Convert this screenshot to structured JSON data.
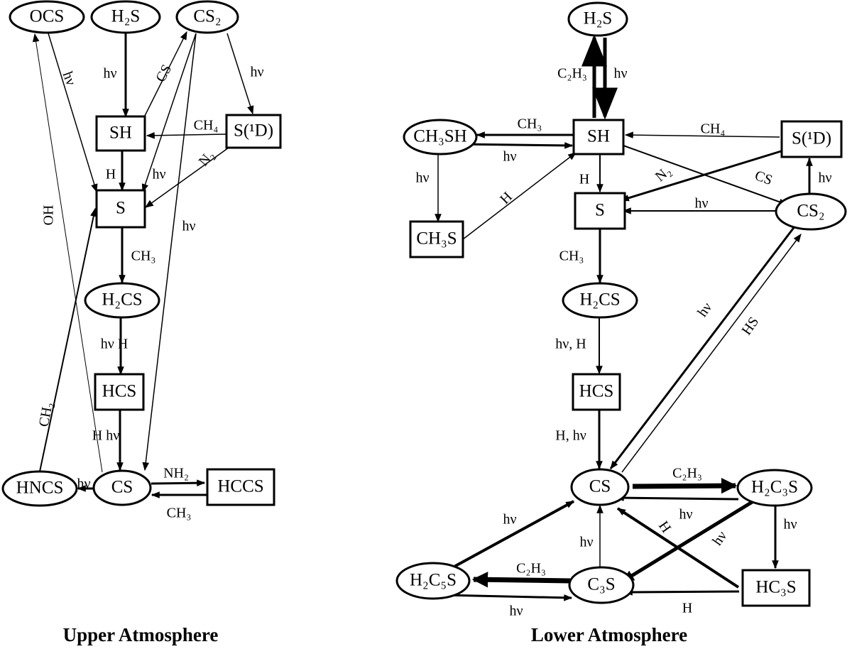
{
  "panels": [
    {
      "id": "upper",
      "title": "Upper  Atmosphere",
      "nodes": [
        {
          "id": "OCS",
          "shape": "ellipse",
          "label": "OCS"
        },
        {
          "id": "H2S",
          "shape": "ellipse",
          "label": "H₂S"
        },
        {
          "id": "CS2",
          "shape": "ellipse",
          "label": "CS₂"
        },
        {
          "id": "SH",
          "shape": "rect",
          "label": "SH"
        },
        {
          "id": "S1D",
          "shape": "rect",
          "label": "S(¹D)"
        },
        {
          "id": "S",
          "shape": "rect",
          "label": "S"
        },
        {
          "id": "H2CS",
          "shape": "ellipse",
          "label": "H₂CS"
        },
        {
          "id": "HCS",
          "shape": "rect",
          "label": "HCS"
        },
        {
          "id": "CS",
          "shape": "ellipse",
          "label": "CS"
        },
        {
          "id": "HNCS",
          "shape": "ellipse",
          "label": "HNCS"
        },
        {
          "id": "HCCS",
          "shape": "rect",
          "label": "HCCS"
        }
      ],
      "edges": [
        {
          "from": "H2S",
          "to": "SH",
          "label": "hν"
        },
        {
          "from": "SH",
          "to": "CS2",
          "label": "CS"
        },
        {
          "from": "CS2",
          "to": "S1D",
          "label": "hν"
        },
        {
          "from": "S1D",
          "to": "SH",
          "label": "CH₄"
        },
        {
          "from": "S1D",
          "to": "S",
          "label": "N₂"
        },
        {
          "from": "OCS",
          "to": "S",
          "label": "hν"
        },
        {
          "from": "SH",
          "to": "S",
          "label": "H"
        },
        {
          "from": "CS2",
          "to": "S",
          "label": "hν"
        },
        {
          "from": "CS2",
          "to": "CS",
          "label": "hν"
        },
        {
          "from": "CS",
          "to": "OCS",
          "label": "OH"
        },
        {
          "from": "S",
          "to": "H2CS",
          "label": "CH₃"
        },
        {
          "from": "H2CS",
          "to": "HCS",
          "label": "hν  H"
        },
        {
          "from": "HCS",
          "to": "CS",
          "label": "H  hν"
        },
        {
          "from": "HNCS",
          "to": "S",
          "label": "hν"
        },
        {
          "from": "CS",
          "to": "HNCS",
          "label": "NH₂"
        },
        {
          "from": "CS",
          "to": "HCCS",
          "label": "CH₂"
        },
        {
          "from": "HCCS",
          "to": "CS",
          "label": "CH₃"
        }
      ]
    },
    {
      "id": "lower",
      "title": "Lower Atmosphere",
      "nodes": [
        {
          "id": "H2S",
          "shape": "ellipse",
          "label": "H₂S"
        },
        {
          "id": "CH3SH",
          "shape": "ellipse",
          "label": "CH₃SH"
        },
        {
          "id": "SH",
          "shape": "rect",
          "label": "SH"
        },
        {
          "id": "S1D",
          "shape": "rect",
          "label": "S(¹D)"
        },
        {
          "id": "CH3S",
          "shape": "rect",
          "label": "CH₃S"
        },
        {
          "id": "S",
          "shape": "rect",
          "label": "S"
        },
        {
          "id": "CS2",
          "shape": "ellipse",
          "label": "CS₂"
        },
        {
          "id": "H2CS",
          "shape": "ellipse",
          "label": "H₂CS"
        },
        {
          "id": "HCS",
          "shape": "rect",
          "label": "HCS"
        },
        {
          "id": "CS",
          "shape": "ellipse",
          "label": "CS"
        },
        {
          "id": "H2C3S",
          "shape": "ellipse",
          "label": "H₂C₃S"
        },
        {
          "id": "H2C5S",
          "shape": "ellipse",
          "label": "H₂C₅S"
        },
        {
          "id": "C3S",
          "shape": "ellipse",
          "label": "C₃S"
        },
        {
          "id": "HC3S",
          "shape": "rect",
          "label": "HC₃S"
        }
      ],
      "edges": [
        {
          "from": "SH",
          "to": "H2S",
          "label": "C₂H₃"
        },
        {
          "from": "H2S",
          "to": "SH",
          "label": "hν"
        },
        {
          "from": "SH",
          "to": "CH3SH",
          "label": "CH₃"
        },
        {
          "from": "CH3SH",
          "to": "SH",
          "label": "hν"
        },
        {
          "from": "S1D",
          "to": "SH",
          "label": "CH₄"
        },
        {
          "from": "CH3SH",
          "to": "CH3S",
          "label": "hν"
        },
        {
          "from": "CH3S",
          "to": "SH",
          "label": "H"
        },
        {
          "from": "SH",
          "to": "S",
          "label": "H"
        },
        {
          "from": "S1D",
          "to": "S",
          "label": "N₂"
        },
        {
          "from": "SH",
          "to": "CS2",
          "label": "CS"
        },
        {
          "from": "CS2",
          "to": "S1D",
          "label": "hν"
        },
        {
          "from": "CS2",
          "to": "S",
          "label": "hν"
        },
        {
          "from": "S",
          "to": "H2CS",
          "label": "CH₃"
        },
        {
          "from": "H2CS",
          "to": "HCS",
          "label": "hν, H"
        },
        {
          "from": "HCS",
          "to": "CS",
          "label": "H, hν"
        },
        {
          "from": "CS2",
          "to": "CS",
          "label": "hν"
        },
        {
          "from": "CS",
          "to": "CS2",
          "label": "HS"
        },
        {
          "from": "CS",
          "to": "H2C3S",
          "label": "C₂H₃"
        },
        {
          "from": "H2C3S",
          "to": "CS",
          "label": "hν"
        },
        {
          "from": "H2C3S",
          "to": "HC3S",
          "label": "hν"
        },
        {
          "from": "H2C3S",
          "to": "C3S",
          "label": "hν"
        },
        {
          "from": "HC3S",
          "to": "CS",
          "label": "H"
        },
        {
          "from": "HC3S",
          "to": "C3S",
          "label": "H"
        },
        {
          "from": "C3S",
          "to": "CS",
          "label": "hν"
        },
        {
          "from": "H2C5S",
          "to": "CS",
          "label": "hν"
        },
        {
          "from": "C3S",
          "to": "H2C5S",
          "label": "C₂H₃"
        },
        {
          "from": "H2C5S",
          "to": "C3S",
          "label": "hν"
        }
      ]
    }
  ]
}
